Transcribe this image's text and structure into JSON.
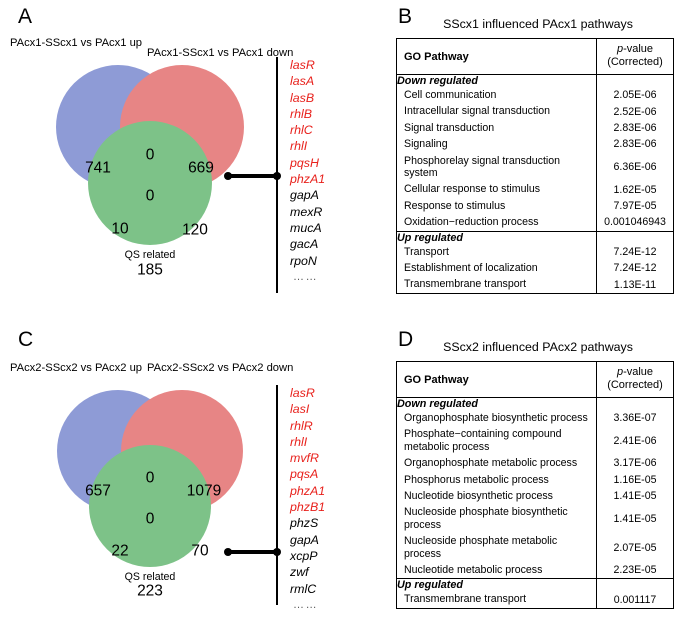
{
  "figure": {
    "panels": [
      "A",
      "B",
      "C",
      "D"
    ]
  },
  "panelA": {
    "letter": "A",
    "label_left": "PAcx1-SScx1 vs PAcx1 up",
    "label_right": "PAcx1-SScx1 vs PAcx1 down",
    "label_bottom": "QS related",
    "venn": {
      "type": "venn3",
      "sets": [
        "PAcx1-SScx1 vs PAcx1 up",
        "PAcx1-SScx1 vs PAcx1 down",
        "QS related"
      ],
      "regions": {
        "A_only": "741",
        "B_only": "669",
        "C_only": "185",
        "AB": "0",
        "AC": "10",
        "BC": "120",
        "ABC": "0"
      },
      "colors": {
        "A": "#7f92cf",
        "B": "#e8898c",
        "C": "#72bd79"
      }
    },
    "genes": [
      {
        "name": "lasR",
        "color": "red"
      },
      {
        "name": "lasA",
        "color": "red"
      },
      {
        "name": "lasB",
        "color": "red"
      },
      {
        "name": "rhlB",
        "color": "red"
      },
      {
        "name": "rhlC",
        "color": "red"
      },
      {
        "name": "rhlI",
        "color": "red"
      },
      {
        "name": "pqsH",
        "color": "red"
      },
      {
        "name": "phzA1",
        "color": "red"
      },
      {
        "name": "gapA",
        "color": "black"
      },
      {
        "name": "mexR",
        "color": "black"
      },
      {
        "name": "mucA",
        "color": "black"
      },
      {
        "name": "gacA",
        "color": "black"
      },
      {
        "name": "rpoN",
        "color": "black"
      }
    ],
    "ellipsis": "……"
  },
  "panelB": {
    "letter": "B",
    "title": "SScx1 influenced PAcx1 pathways",
    "columns": [
      "GO Pathway",
      "p-value",
      "(Corrected)"
    ],
    "sections": [
      {
        "heading": "Down regulated",
        "rows": [
          {
            "pathway": "Cell communication",
            "pvalue": "2.05E-06"
          },
          {
            "pathway": "Intracellular signal transduction",
            "pvalue": "2.52E-06"
          },
          {
            "pathway": "Signal transduction",
            "pvalue": "2.83E-06"
          },
          {
            "pathway": "Signaling",
            "pvalue": "2.83E-06"
          },
          {
            "pathway": "Phosphorelay signal transduction system",
            "pvalue": "6.36E-06"
          },
          {
            "pathway": "Cellular response to stimulus",
            "pvalue": "1.62E-05"
          },
          {
            "pathway": "Response to stimulus",
            "pvalue": "7.97E-05"
          },
          {
            "pathway": "Oxidation−reduction process",
            "pvalue": "0.001046943"
          }
        ]
      },
      {
        "heading": "Up regulated",
        "rows": [
          {
            "pathway": "Transport",
            "pvalue": "7.24E-12"
          },
          {
            "pathway": "Establishment of localization",
            "pvalue": "7.24E-12"
          },
          {
            "pathway": "Transmembrane transport",
            "pvalue": "1.13E-11"
          }
        ]
      }
    ]
  },
  "panelC": {
    "letter": "C",
    "label_left": "PAcx2-SScx2 vs PAcx2 up",
    "label_right": "PAcx2-SScx2 vs PAcx2 down",
    "label_bottom": "QS related",
    "venn": {
      "type": "venn3",
      "sets": [
        "PAcx2-SScx2 vs PAcx2 up",
        "PAcx2-SScx2 vs PAcx2 down",
        "QS related"
      ],
      "regions": {
        "A_only": "657",
        "B_only": "1079",
        "C_only": "223",
        "AB": "0",
        "AC": "22",
        "BC": "70",
        "ABC": "0"
      },
      "colors": {
        "A": "#7f92cf",
        "B": "#e8898c",
        "C": "#72bd79"
      }
    },
    "genes": [
      {
        "name": "lasR",
        "color": "red"
      },
      {
        "name": "lasI",
        "color": "red"
      },
      {
        "name": "rhlR",
        "color": "red"
      },
      {
        "name": "rhlI",
        "color": "red"
      },
      {
        "name": "mvfR",
        "color": "red"
      },
      {
        "name": "pqsA",
        "color": "red"
      },
      {
        "name": "phzA1",
        "color": "red"
      },
      {
        "name": "phzB1",
        "color": "red"
      },
      {
        "name": "phzS",
        "color": "black"
      },
      {
        "name": "gapA",
        "color": "black"
      },
      {
        "name": "xcpP",
        "color": "black"
      },
      {
        "name": "zwf",
        "color": "black"
      },
      {
        "name": "rmlC",
        "color": "black"
      }
    ],
    "ellipsis": "……"
  },
  "panelD": {
    "letter": "D",
    "title": "SScx2 influenced PAcx2 pathways",
    "columns": [
      "GO Pathway",
      "p-value",
      "(Corrected)"
    ],
    "sections": [
      {
        "heading": "Down regulated",
        "rows": [
          {
            "pathway": "Organophosphate biosynthetic process",
            "pvalue": "3.36E-07"
          },
          {
            "pathway": "Phosphate−containing compound metabolic process",
            "pvalue": "2.41E-06"
          },
          {
            "pathway": "Organophosphate metabolic process",
            "pvalue": "3.17E-06"
          },
          {
            "pathway": "Phosphorus metabolic process",
            "pvalue": "1.16E-05"
          },
          {
            "pathway": "Nucleotide biosynthetic process",
            "pvalue": "1.41E-05"
          },
          {
            "pathway": "Nucleoside phosphate biosynthetic process",
            "pvalue": "1.41E-05"
          },
          {
            "pathway": "Nucleoside phosphate metabolic process",
            "pvalue": "2.07E-05"
          },
          {
            "pathway": "Nucleotide metabolic process",
            "pvalue": "2.23E-05"
          }
        ]
      },
      {
        "heading": "Up regulated",
        "rows": [
          {
            "pathway": "Transmembrane transport",
            "pvalue": "0.001117"
          }
        ]
      }
    ]
  }
}
